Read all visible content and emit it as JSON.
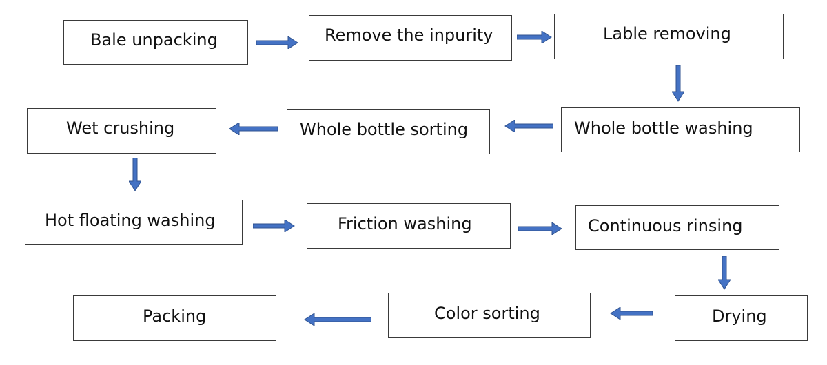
{
  "diagram": {
    "arrow_color": "#4472C4",
    "steps": [
      {
        "label": "Bale unpacking"
      },
      {
        "label": "Remove the inpurity"
      },
      {
        "label": "Lable removing"
      },
      {
        "label": "Whole bottle washing"
      },
      {
        "label": "Whole bottle sorting"
      },
      {
        "label": "Wet crushing"
      },
      {
        "label": "Hot floating washing"
      },
      {
        "label": "Friction washing"
      },
      {
        "label": "Continuous rinsing"
      },
      {
        "label": "Drying"
      },
      {
        "label": "Color sorting"
      },
      {
        "label": "Packing"
      }
    ]
  }
}
